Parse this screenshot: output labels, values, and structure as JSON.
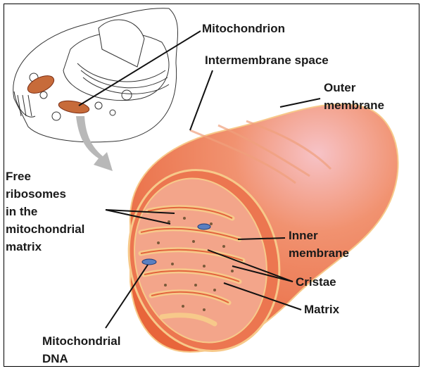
{
  "labels": {
    "mitochondrion": "Mitochondrion",
    "intermembrane_space": "Intermembrane space",
    "outer_membrane": [
      "Outer",
      "membrane"
    ],
    "free_ribosomes": [
      "Free",
      "ribosomes",
      "in the",
      "mitochondrial",
      "matrix"
    ],
    "inner_membrane": [
      "Inner",
      "membrane"
    ],
    "cristae": "Cristae",
    "matrix": "Matrix",
    "mitochondrial_dna": [
      "Mitochondrial",
      "DNA"
    ]
  },
  "colors": {
    "mitochondrion_body": "#ef7a4e",
    "membrane_edge": "#f7c98a",
    "cut_face": "#f3a58a",
    "dna": "#5a7fc0",
    "arrow": "#b8b8b8"
  }
}
